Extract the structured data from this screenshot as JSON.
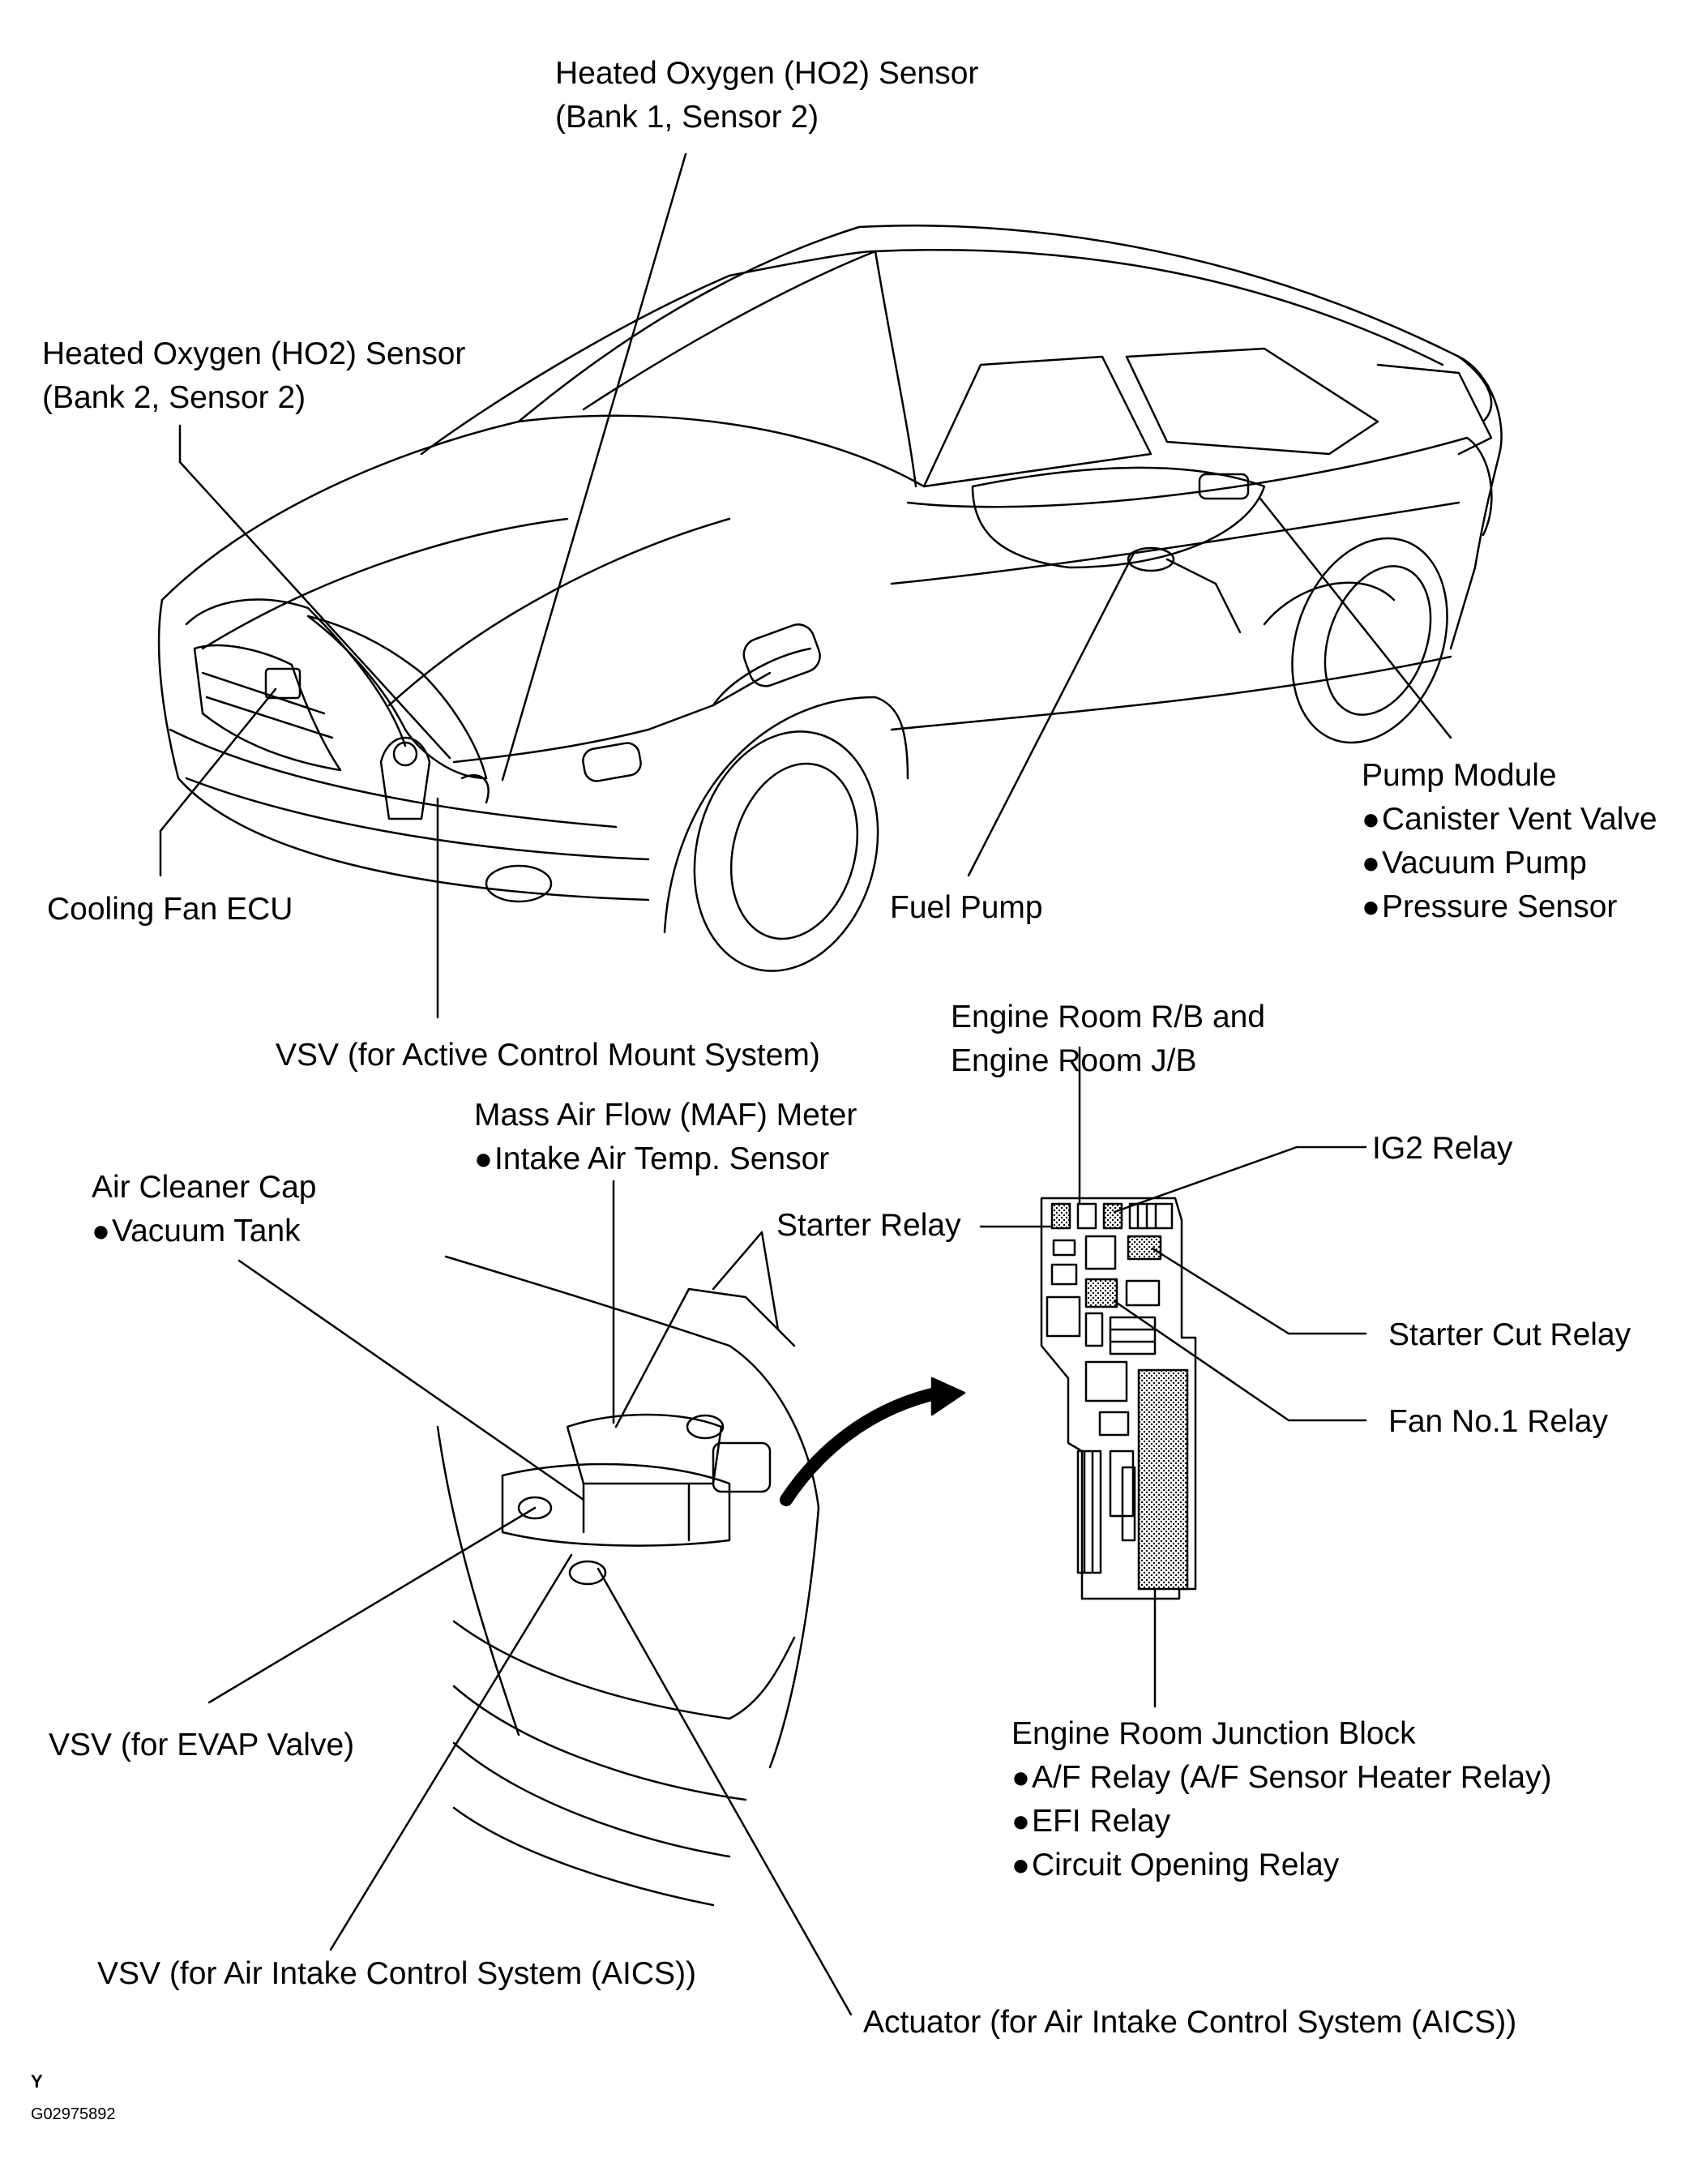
{
  "labels": {
    "ho2_b1s2": {
      "line1": "Heated Oxygen (HO2) Sensor",
      "line2": "(Bank 1, Sensor 2)"
    },
    "ho2_b2s2": {
      "line1": "Heated Oxygen (HO2) Sensor",
      "line2": "(Bank 2, Sensor 2)"
    },
    "pump_module": {
      "title": "Pump Module",
      "items": [
        "Canister Vent Valve",
        "Vacuum Pump",
        "Pressure Sensor"
      ]
    },
    "cooling_fan_ecu": "Cooling Fan ECU",
    "fuel_pump": "Fuel Pump",
    "vsv_acm": "VSV (for Active Control Mount System)",
    "engine_room_rb": {
      "line1": "Engine Room R/B and",
      "line2": "Engine Room J/B"
    },
    "maf_meter": {
      "title": "Mass Air Flow (MAF) Meter",
      "items": [
        "Intake Air Temp. Sensor"
      ]
    },
    "air_cleaner_cap": {
      "title": "Air Cleaner Cap",
      "items": [
        "Vacuum Tank"
      ]
    },
    "ig2_relay": "IG2 Relay",
    "starter_relay": "Starter Relay",
    "starter_cut_relay": "Starter Cut Relay",
    "fan_no1_relay": "Fan No.1 Relay",
    "vsv_evap": "VSV (for EVAP Valve)",
    "junction_block": {
      "title": "Engine Room Junction Block",
      "items": [
        "A/F Relay (A/F Sensor Heater Relay)",
        "EFI Relay",
        "Circuit Opening Relay"
      ]
    },
    "vsv_aics": "VSV (for Air Intake Control System (AICS))",
    "actuator_aics": "Actuator (for Air Intake Control System (AICS))"
  },
  "footer": {
    "letter": "Y",
    "figure_code": "G02975892"
  }
}
